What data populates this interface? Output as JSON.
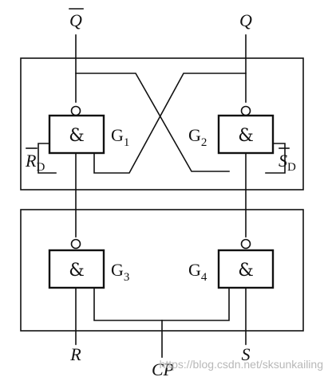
{
  "gates": [
    {
      "id": "g1",
      "symbol": "&",
      "label": "G",
      "sub": "1"
    },
    {
      "id": "g2",
      "symbol": "&",
      "label": "G",
      "sub": "2"
    },
    {
      "id": "g3",
      "symbol": "&",
      "label": "G",
      "sub": "3"
    },
    {
      "id": "g4",
      "symbol": "&",
      "label": "G",
      "sub": "4"
    }
  ],
  "outputs": {
    "qbar": "Q",
    "q": "Q"
  },
  "inputs": {
    "rd": "R",
    "rd_sub": "D",
    "sd": "S",
    "sd_sub": "D",
    "r": "R",
    "s": "S",
    "cp": "CP"
  },
  "watermark": "https://blog.csdn.net/sksunkailing"
}
